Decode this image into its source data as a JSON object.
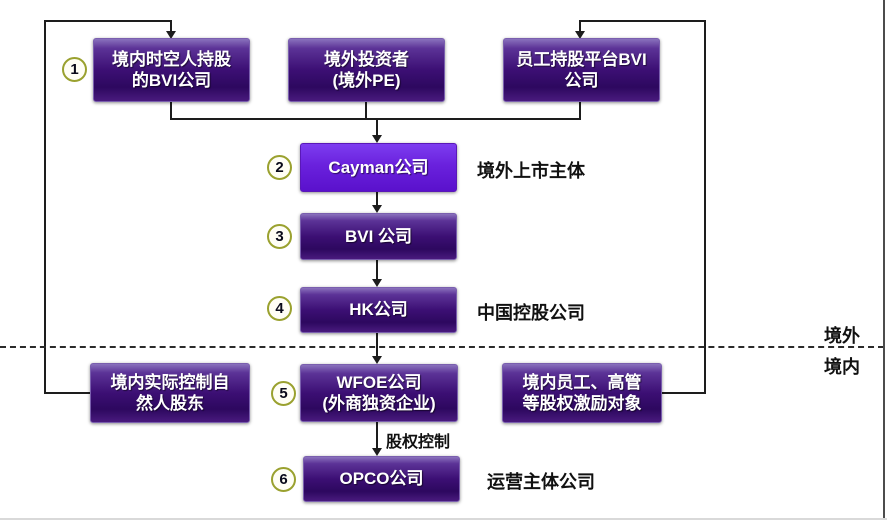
{
  "diagram": {
    "title": "red-chip offshore listing structure",
    "nodes": {
      "founders_bvi": {
        "number": "1",
        "label": "境内时空人持股\n的BVI公司"
      },
      "investors": {
        "label": "境外投资者\n(境外PE)"
      },
      "esop_bvi": {
        "label": "员工持股平台BVI\n公司"
      },
      "cayman": {
        "number": "2",
        "label": "Cayman公司",
        "annotation": "境外上市主体"
      },
      "bvi": {
        "number": "3",
        "label": "BVI 公司"
      },
      "hk": {
        "number": "4",
        "label": "HK公司",
        "annotation": "中国控股公司"
      },
      "wfoe": {
        "number": "5",
        "label": "WFOE公司\n(外商独资企业)"
      },
      "domestic_shareholders": {
        "label": "境内实际控制自\n然人股东"
      },
      "incentive_targets": {
        "label": "境内员工、高管\n等股权激励对象"
      },
      "opco": {
        "number": "6",
        "label": "OPCO公司",
        "annotation": "运营主体公司"
      }
    },
    "edge_labels": {
      "equity_control": "股权控制"
    },
    "region_labels": {
      "offshore": "境外",
      "onshore": "境内"
    },
    "colors": {
      "node_purple": "#3c0f74",
      "cayman_violet": "#6a21dd",
      "badge_ring": "#9aa12f",
      "line": "#1d1d1d"
    }
  }
}
